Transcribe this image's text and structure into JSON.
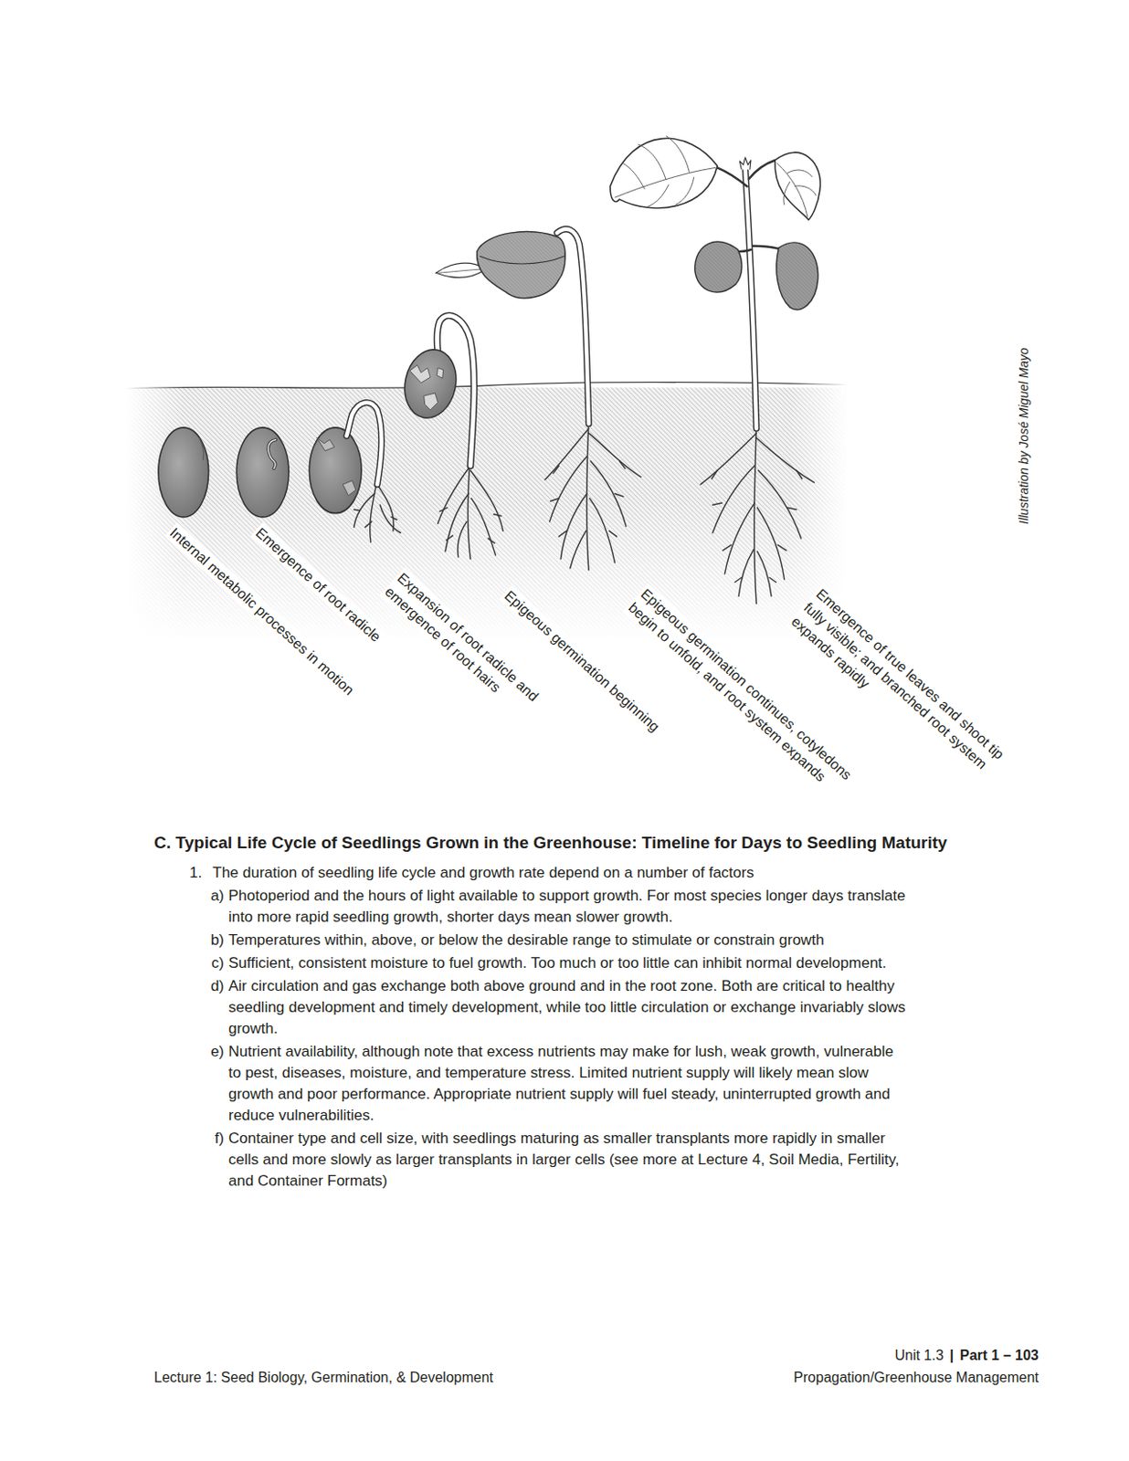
{
  "diagram": {
    "title": "C. Typical Life Cycle of Seedlings Grown in the Greenhouse: Timeline for Days to Seedling Maturity",
    "labels": [
      "Internal metabolic processes in motion",
      "Emergence of root radicle",
      "Expansion of root radicle and emergence of root hairs",
      "Epigeous germination beginning",
      "Epigeous germination continues, cotyledons begin to unfold, and root system expands",
      "Emergence of true leaves and shoot tip fully visible; and branched root system expands rapidly",
      "Illustration by José Miguel Mayo",
      "1.",
      "The duration of seedling life cycle and growth rate depend on a number of factors",
      "a)",
      "Photoperiod and the hours of light available to support growth. For most species longer days translate into more rapid seedling growth, shorter days mean slower growth.",
      "b)",
      "Temperatures within, above, or below the desirable range to stimulate or constrain growth",
      "c)",
      "Sufficient, consistent moisture to fuel growth. Too much or too little can inhibit normal development.",
      "d)",
      "Air circulation and gas exchange both above ground and in the root zone. Both are critical to healthy seedling development and timely development, while too little circulation or exchange invariably slows growth.",
      "e)",
      "Nutrient availability, although note that excess nutrients may make for lush, weak growth, vulnerable to pest, diseases, moisture, and temperature stress. Limited nutrient supply will likely mean slow growth and poor performance. Appropriate nutrient supply will fuel steady, uninterrupted growth and reduce vulnerabilities.",
      "f)",
      "Container type and cell size, with seedlings maturing as smaller transplants more rapidly in smaller cells and more slowly as larger transplants in larger cells (see more at Lecture 4, Soil Media, Fertility, and Container Formats)",
      "Unit 1.3",
      "|",
      "Part 1 – 103",
      "Lecture 1: Seed Biology, Germination, & Development",
      "Propagation/Greenhouse Management"
    ]
  }
}
